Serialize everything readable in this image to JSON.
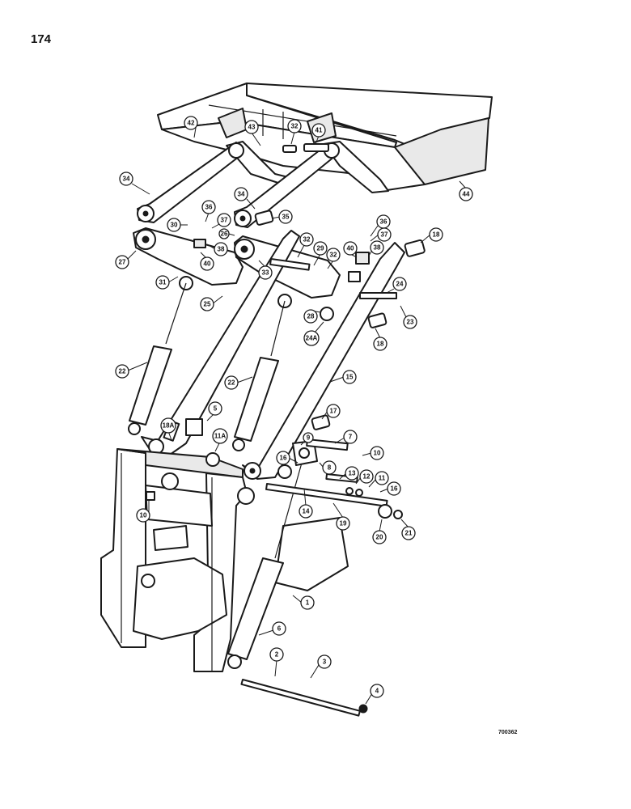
{
  "page_number": "174",
  "reference_code": "700362",
  "callouts": [
    {
      "label": "42"
    },
    {
      "label": "43"
    },
    {
      "label": "32"
    },
    {
      "label": "41"
    },
    {
      "label": "44"
    },
    {
      "label": "34"
    },
    {
      "label": "34"
    },
    {
      "label": "36"
    },
    {
      "label": "30"
    },
    {
      "label": "37"
    },
    {
      "label": "35"
    },
    {
      "label": "26"
    },
    {
      "label": "27"
    },
    {
      "label": "38"
    },
    {
      "label": "40"
    },
    {
      "label": "31"
    },
    {
      "label": "33"
    },
    {
      "label": "32"
    },
    {
      "label": "29"
    },
    {
      "label": "32"
    },
    {
      "label": "40"
    },
    {
      "label": "36"
    },
    {
      "label": "37"
    },
    {
      "label": "38"
    },
    {
      "label": "18"
    },
    {
      "label": "24"
    },
    {
      "label": "23"
    },
    {
      "label": "25"
    },
    {
      "label": "28"
    },
    {
      "label": "24A"
    },
    {
      "label": "18"
    },
    {
      "label": "22"
    },
    {
      "label": "22"
    },
    {
      "label": "15"
    },
    {
      "label": "17"
    },
    {
      "label": "5"
    },
    {
      "label": "18A"
    },
    {
      "label": "11A"
    },
    {
      "label": "9"
    },
    {
      "label": "7"
    },
    {
      "label": "10"
    },
    {
      "label": "16"
    },
    {
      "label": "8"
    },
    {
      "label": "13"
    },
    {
      "label": "12"
    },
    {
      "label": "11"
    },
    {
      "label": "16"
    },
    {
      "label": "10"
    },
    {
      "label": "14"
    },
    {
      "label": "19"
    },
    {
      "label": "20"
    },
    {
      "label": "21"
    },
    {
      "label": "1"
    },
    {
      "label": "6"
    },
    {
      "label": "2"
    },
    {
      "label": "3"
    },
    {
      "label": "4"
    }
  ]
}
